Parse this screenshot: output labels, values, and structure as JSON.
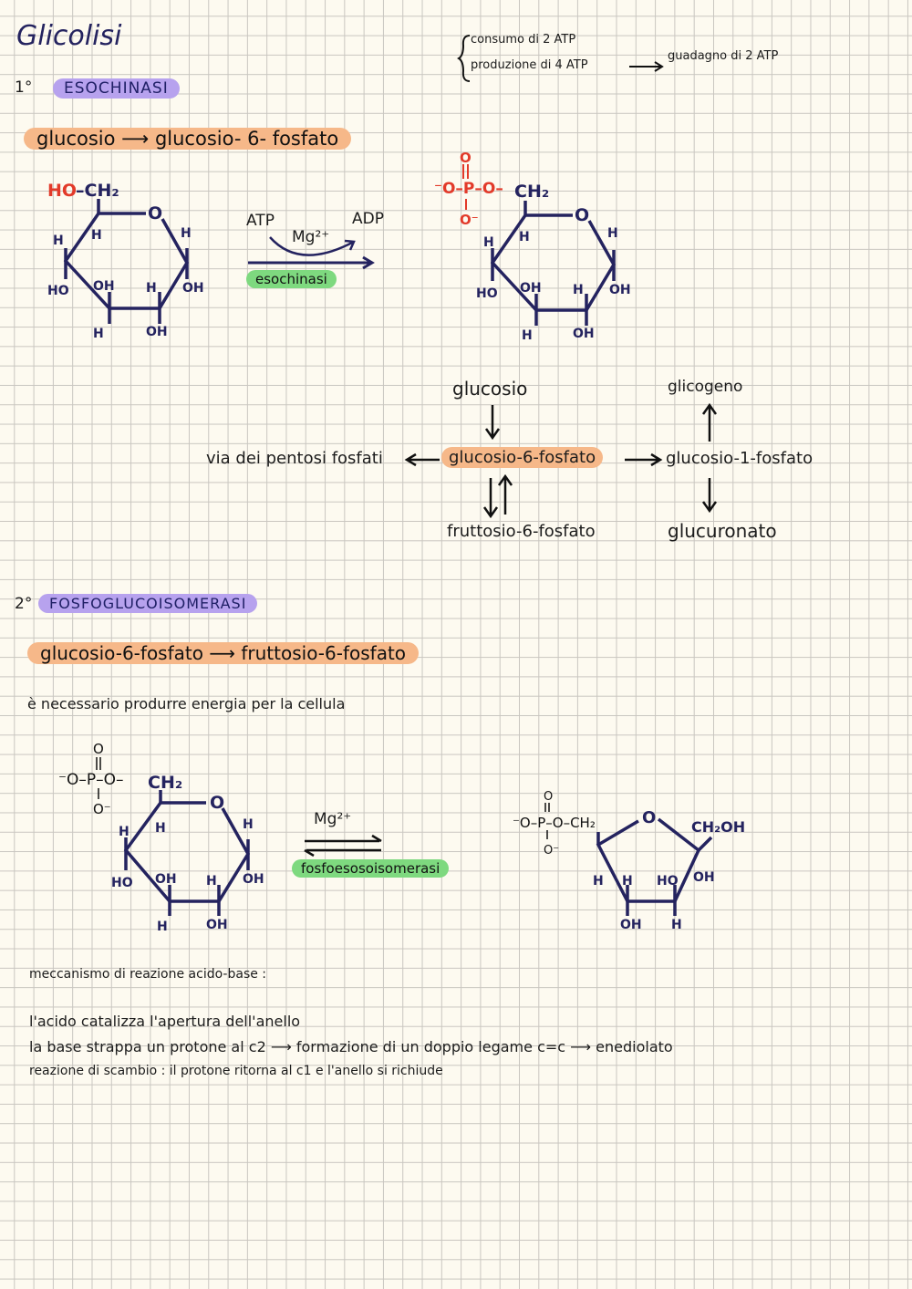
{
  "title": "Glicolisi",
  "summary": {
    "line1": "consumo di 2 ATP",
    "line2": "produzione di 4 ATP",
    "result": "guadagno di 2 ATP"
  },
  "step1": {
    "number": "1°",
    "enzyme": "ESOCHINASI",
    "reaction": "glucosio ⟶ glucosio- 6- fosfato",
    "atp": "ATP",
    "adp": "ADP",
    "cofactor": "Mg²⁺",
    "catalyst": "esochinasi"
  },
  "fate_diagram": {
    "center": "glucosio-6-fosfato",
    "top": "glucosio",
    "left": "via dei pentosi fosfati",
    "bottom": "fruttosio-6-fosfato",
    "right": "glucosio-1-fosfato",
    "right_top": "glicogeno",
    "right_bottom": "glucuronato"
  },
  "step2": {
    "number": "2°",
    "enzyme": "FOSFOGLUCOISOMERASI",
    "reaction": "glucosio-6-fosfato ⟶ fruttosio-6-fosfato",
    "note": "è necessario produrre energia per la cellula",
    "cofactor": "Mg²⁺",
    "catalyst": "fosfoesosoisomerasi"
  },
  "mechanism": {
    "heading": "meccanismo di reazione acido-base :",
    "line1": "l'acido catalizza l'apertura dell'anello",
    "line2": "la base strappa un protone al c2 ⟶ formazione di un doppio legame c=c ⟶ enediolato",
    "line3": "reazione di scambio : il protone ritorna al c1 e l'anello si richiude"
  },
  "colors": {
    "ink": "#24235f",
    "red": "#e23a2a",
    "purple_highlight": "#b7a2ee",
    "orange_highlight": "#f6b889",
    "green_highlight": "#7ed97f"
  }
}
